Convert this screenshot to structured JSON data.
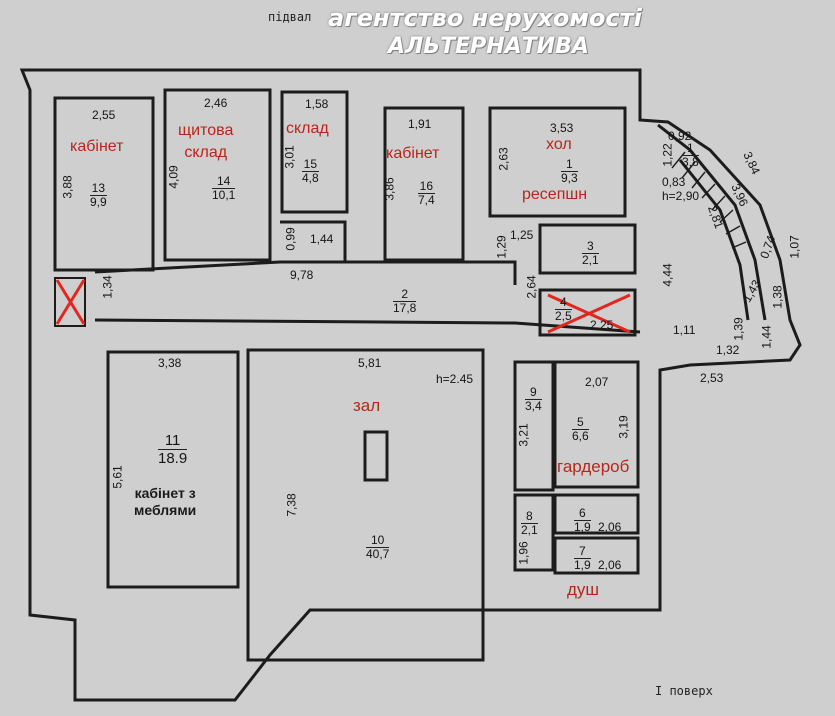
{
  "header": {
    "agency_line1": "агентство нерухомості",
    "agency_line2": "АЛЬТЕРНАТИВА",
    "basement_note": "підвал",
    "floor_note": "I поверх"
  },
  "rooms": {
    "r13": {
      "name": "кабінет",
      "no": "13",
      "area": "9,9",
      "w": "2,55",
      "h": "3,88"
    },
    "r14": {
      "name1": "щитова",
      "name2": "склад",
      "no": "14",
      "area": "10,1",
      "w": "2,46",
      "h": "4,09"
    },
    "r15": {
      "name": "склад",
      "no": "15",
      "area": "4,8",
      "w": "1,58",
      "h": "3,01"
    },
    "r16": {
      "name": "кабінет",
      "no": "16",
      "area": "7,4",
      "w": "1,91",
      "h": "3,86"
    },
    "r1": {
      "name1": "хол",
      "name2": "ресепшн",
      "no": "1",
      "area": "9,3",
      "w": "3,53",
      "h": "2,63"
    },
    "r1b": {
      "no": "1",
      "area": "3,8",
      "d1": "0,92",
      "d2": "1,22"
    },
    "r2": {
      "no": "2",
      "area": "17,8",
      "len": "9,78"
    },
    "r3": {
      "no": "3",
      "area": "2,1"
    },
    "r4": {
      "no": "4",
      "area": "2,5",
      "area2": "2,25"
    },
    "r11": {
      "no": "11",
      "area": "18.9",
      "name1": "кабінет з",
      "name2": "меблями",
      "w": "3,38",
      "h": "5,61"
    },
    "r10": {
      "name": "зал",
      "no": "10",
      "area": "40,7",
      "w": "5,81",
      "h": "7,38",
      "ceiling": "h=2.45"
    },
    "r9": {
      "no": "9",
      "area": "3,4",
      "h": "3,21"
    },
    "r5": {
      "name": "гардероб",
      "no": "5",
      "area": "6,6",
      "w": "2,07",
      "h": "3,19"
    },
    "r8": {
      "no": "8",
      "area": "2,1",
      "h": "1,96"
    },
    "r6": {
      "no": "6",
      "area": "1,9",
      "w": "2,06"
    },
    "r7": {
      "no": "7",
      "area": "1,9",
      "w": "2,06"
    },
    "shower": {
      "name": "душ"
    }
  },
  "dims": {
    "d099": "0,99",
    "d144": "1,44",
    "d134": "1,34",
    "d129": "1,29",
    "d125": "1,25",
    "d264": "2,64",
    "d083": "0,83",
    "h290": "h=2,90",
    "d281": "2,81",
    "d384": "3,84",
    "d396": "3,96",
    "d074": "0,74",
    "d107": "1,07",
    "d444": "4,44",
    "d143": "1,43",
    "d138": "1,38",
    "d139": "1,39",
    "d144b": "1,44",
    "d111": "1,11",
    "d132": "1,32",
    "d253": "2,53"
  },
  "colors": {
    "background": "#cfcfcf",
    "wall": "#1c1c1c",
    "text_red": "#b6271b",
    "cross": "#e0281f"
  }
}
